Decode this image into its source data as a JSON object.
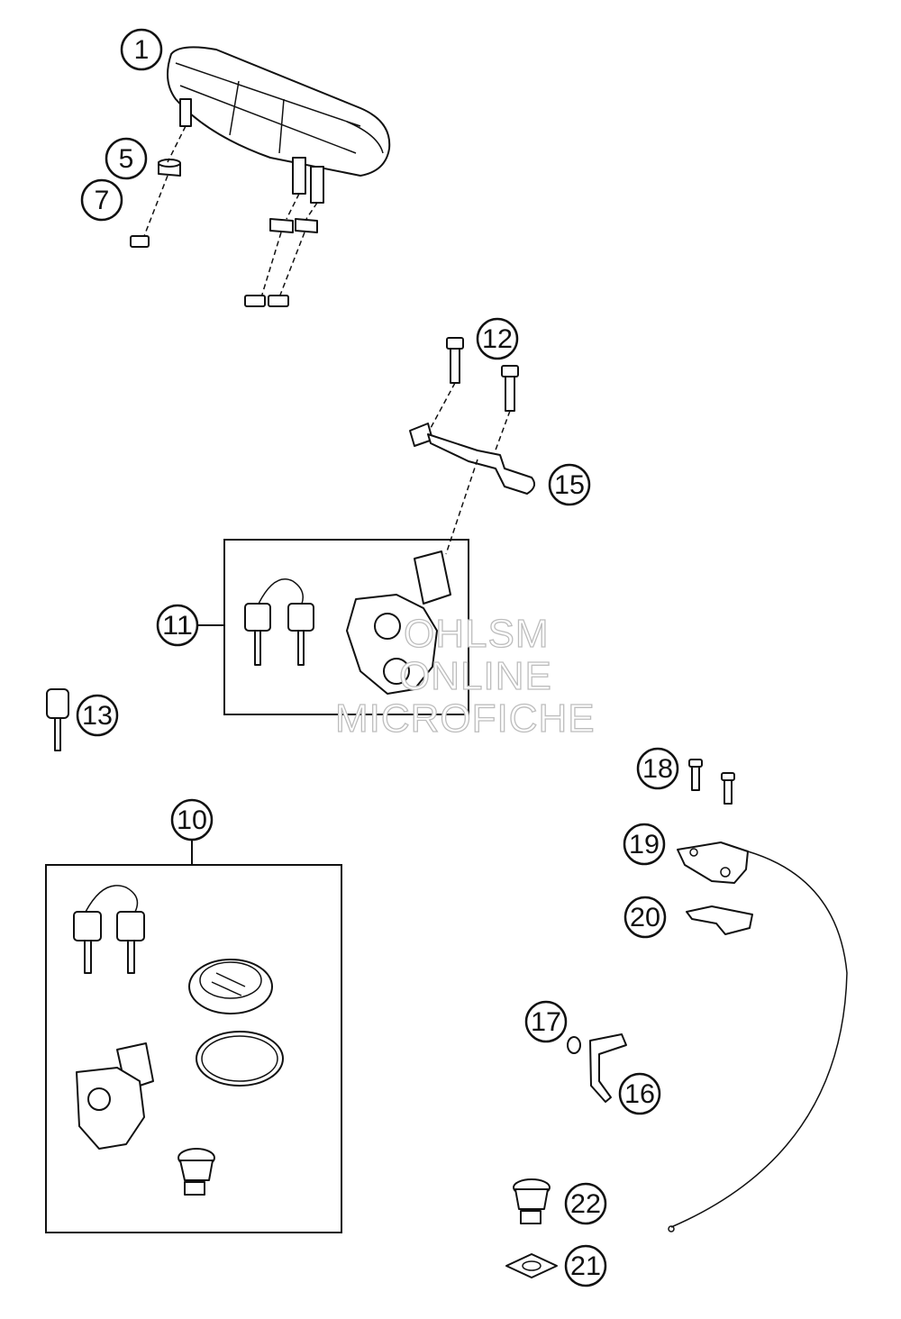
{
  "callouts": [
    {
      "id": "c1",
      "label": "1"
    },
    {
      "id": "c5",
      "label": "5"
    },
    {
      "id": "c7",
      "label": "7"
    },
    {
      "id": "c12",
      "label": "12"
    },
    {
      "id": "c15",
      "label": "15"
    },
    {
      "id": "c11",
      "label": "11"
    },
    {
      "id": "c13",
      "label": "13"
    },
    {
      "id": "c10",
      "label": "10"
    },
    {
      "id": "c18",
      "label": "18"
    },
    {
      "id": "c19",
      "label": "19"
    },
    {
      "id": "c20",
      "label": "20"
    },
    {
      "id": "c17",
      "label": "17"
    },
    {
      "id": "c16",
      "label": "16"
    },
    {
      "id": "c22",
      "label": "22"
    },
    {
      "id": "c21",
      "label": "21"
    }
  ],
  "watermark": {
    "line1": "OHLSM",
    "line2": "ONLINE",
    "line3": "MICROFICHE"
  }
}
